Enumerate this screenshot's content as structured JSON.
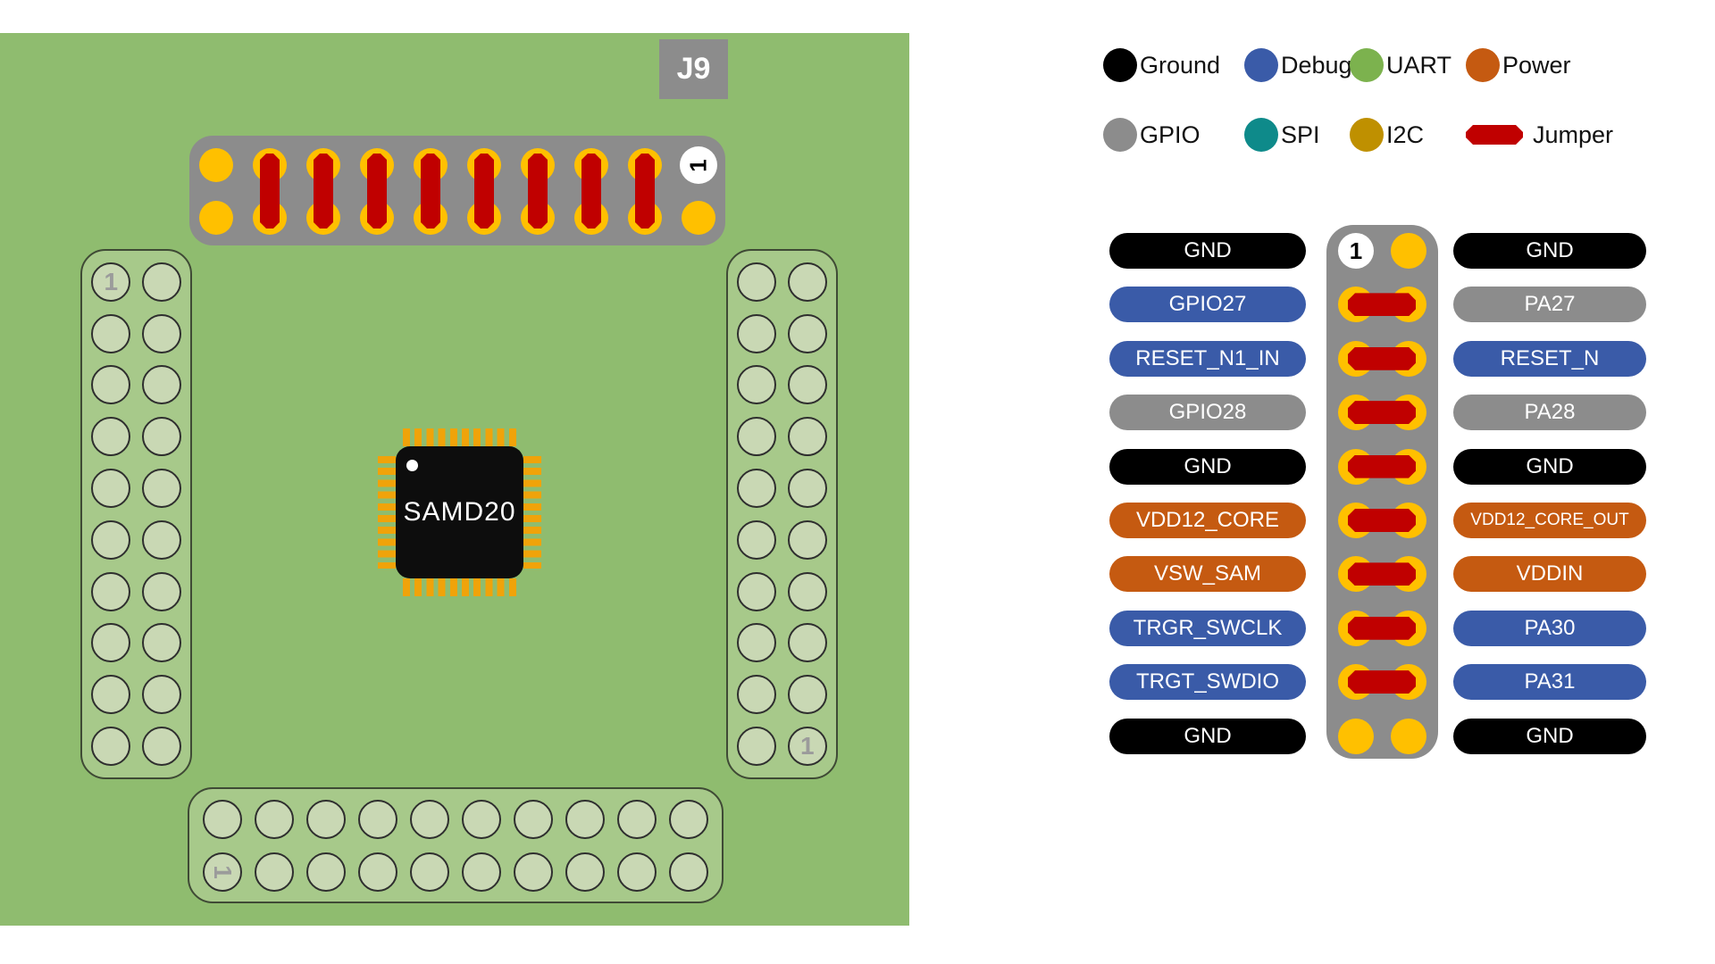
{
  "colors": {
    "ground": "#000000",
    "debug": "#3a5ba8",
    "uart": "#7cb24e",
    "power": "#c55a11",
    "gpio": "#8c8c8c",
    "spi": "#0e8a8a",
    "i2c": "#bf9000",
    "jumper": "#c00000",
    "pad_yellow": "#ffc000",
    "board_green": "#8fbc6f",
    "connector_gray": "#8c8c8c",
    "header_green": "#a7c98a",
    "hole_green": "#c9d8b4",
    "chip_pin": "#f0a30a"
  },
  "legend": {
    "items": [
      {
        "label": "Ground",
        "type": "ground",
        "shape": "circle"
      },
      {
        "label": "Debug",
        "type": "debug",
        "shape": "circle"
      },
      {
        "label": "UART",
        "type": "uart",
        "shape": "circle"
      },
      {
        "label": "Power",
        "type": "power",
        "shape": "circle"
      },
      {
        "label": "GPIO",
        "type": "gpio",
        "shape": "circle"
      },
      {
        "label": "SPI",
        "type": "spi",
        "shape": "circle"
      },
      {
        "label": "I2C",
        "type": "i2c",
        "shape": "circle"
      },
      {
        "label": "Jumper",
        "type": "jumper",
        "shape": "pill"
      }
    ]
  },
  "board": {
    "j9_label": "J9",
    "chip_label": "SAMD20",
    "pin1_marker": "1"
  },
  "pinout": {
    "pin1_marker": "1",
    "rows": [
      {
        "left": {
          "label": "GND",
          "type": "ground"
        },
        "right": {
          "label": "GND",
          "type": "ground"
        },
        "connector": "pin1"
      },
      {
        "left": {
          "label": "GPIO27",
          "type": "debug"
        },
        "right": {
          "label": "PA27",
          "type": "gpio"
        },
        "connector": "jumper"
      },
      {
        "left": {
          "label": "RESET_N1_IN",
          "type": "debug"
        },
        "right": {
          "label": "RESET_N",
          "type": "debug"
        },
        "connector": "jumper"
      },
      {
        "left": {
          "label": "GPIO28",
          "type": "gpio"
        },
        "right": {
          "label": "PA28",
          "type": "gpio"
        },
        "connector": "jumper"
      },
      {
        "left": {
          "label": "GND",
          "type": "ground"
        },
        "right": {
          "label": "GND",
          "type": "ground"
        },
        "connector": "jumper"
      },
      {
        "left": {
          "label": "VDD12_CORE",
          "type": "power"
        },
        "right": {
          "label": "VDD12_CORE_OUT",
          "type": "power"
        },
        "connector": "jumper"
      },
      {
        "left": {
          "label": "VSW_SAM",
          "type": "power"
        },
        "right": {
          "label": "VDDIN",
          "type": "power"
        },
        "connector": "jumper"
      },
      {
        "left": {
          "label": "TRGR_SWCLK",
          "type": "debug"
        },
        "right": {
          "label": "PA30",
          "type": "debug"
        },
        "connector": "jumper"
      },
      {
        "left": {
          "label": "TRGT_SWDIO",
          "type": "debug"
        },
        "right": {
          "label": "PA31",
          "type": "debug"
        },
        "connector": "jumper"
      },
      {
        "left": {
          "label": "GND",
          "type": "ground"
        },
        "right": {
          "label": "GND",
          "type": "ground"
        },
        "connector": "open"
      }
    ]
  }
}
